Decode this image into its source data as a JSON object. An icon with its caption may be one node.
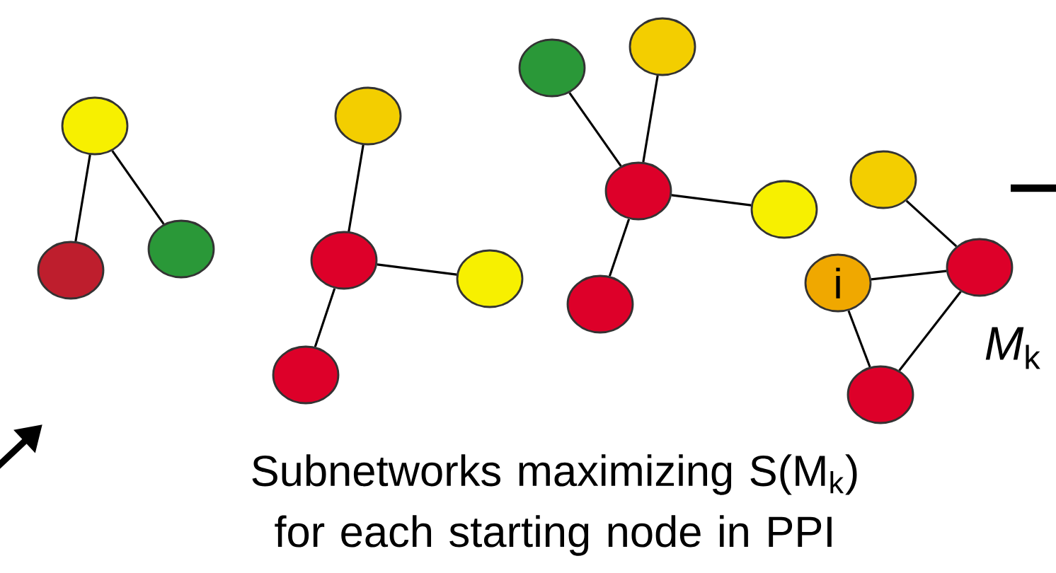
{
  "diagram": {
    "caption": "Subnetworks maximizing S(M$_{k}$) for each starting node in PPI",
    "nodes": [
      {
        "text": [],
        "shape": "circle"
      },
      {
        "text": [],
        "shape": "circle"
      },
      {
        "text": [],
        "shape": "circle"
      },
      {
        "text": [],
        "shape": "circle"
      },
      {
        "text": [],
        "shape": "circle"
      },
      {
        "text": [],
        "shape": "circle"
      },
      {
        "text": [],
        "shape": "circle"
      },
      {
        "text": [],
        "shape": "circle"
      },
      {
        "text": [],
        "shape": "circle"
      },
      {
        "text": [],
        "shape": "circle"
      },
      {
        "text": [],
        "shape": "circle"
      },
      {
        "text": [],
        "shape": "circle"
      },
      {
        "text": [],
        "shape": "circle"
      },
      {
        "text": [
          "i"
        ]
      },
      {
        "text": [],
        "shape": "circle"
      },
      {
        "text": [],
        "shape": "circle"
      }
    ],
    "edges": [
      {
        "from": 0,
        "to": 1,
        "arrow": "none"
      },
      {
        "from": 0,
        "to": 2,
        "arrow": "none"
      },
      {
        "from": 3,
        "to": 4,
        "arrow": "none"
      },
      {
        "from": 4,
        "to": 5,
        "arrow": "none"
      },
      {
        "from": 4,
        "to": 6,
        "arrow": "none"
      },
      {
        "from": 7,
        "to": 9,
        "arrow": "none"
      },
      {
        "from": 8,
        "to": 9,
        "arrow": "none"
      },
      {
        "from": 9,
        "to": 10,
        "arrow": "none"
      },
      {
        "from": 9,
        "to": 11,
        "arrow": "none"
      },
      {
        "from": 12,
        "to": 14,
        "arrow": "none"
      },
      {
        "from": 13,
        "to": 14,
        "arrow": "none"
      },
      {
        "from": 13,
        "to": 15,
        "arrow": "none"
      },
      {
        "from": 14,
        "to": 15,
        "arrow": "none"
      }
    ],
    "labels": [
      "*M*$_{k}$"
    ]
  }
}
